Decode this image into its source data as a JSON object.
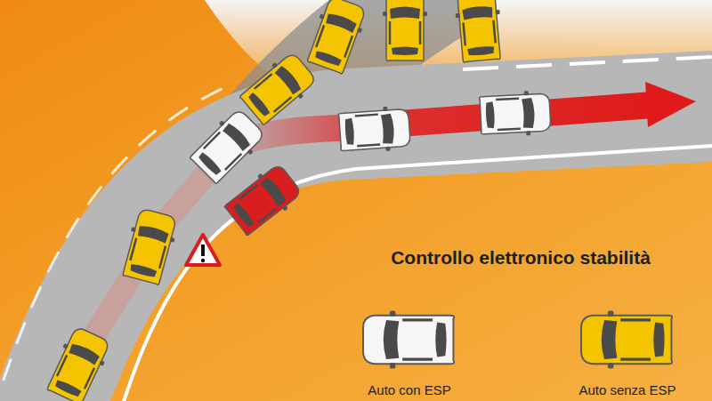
{
  "diagram": {
    "title": "Controllo elettronico stabilità",
    "legend": [
      {
        "text": "Auto con ESP"
      },
      {
        "text": "Auto senza ESP"
      }
    ]
  }
}
